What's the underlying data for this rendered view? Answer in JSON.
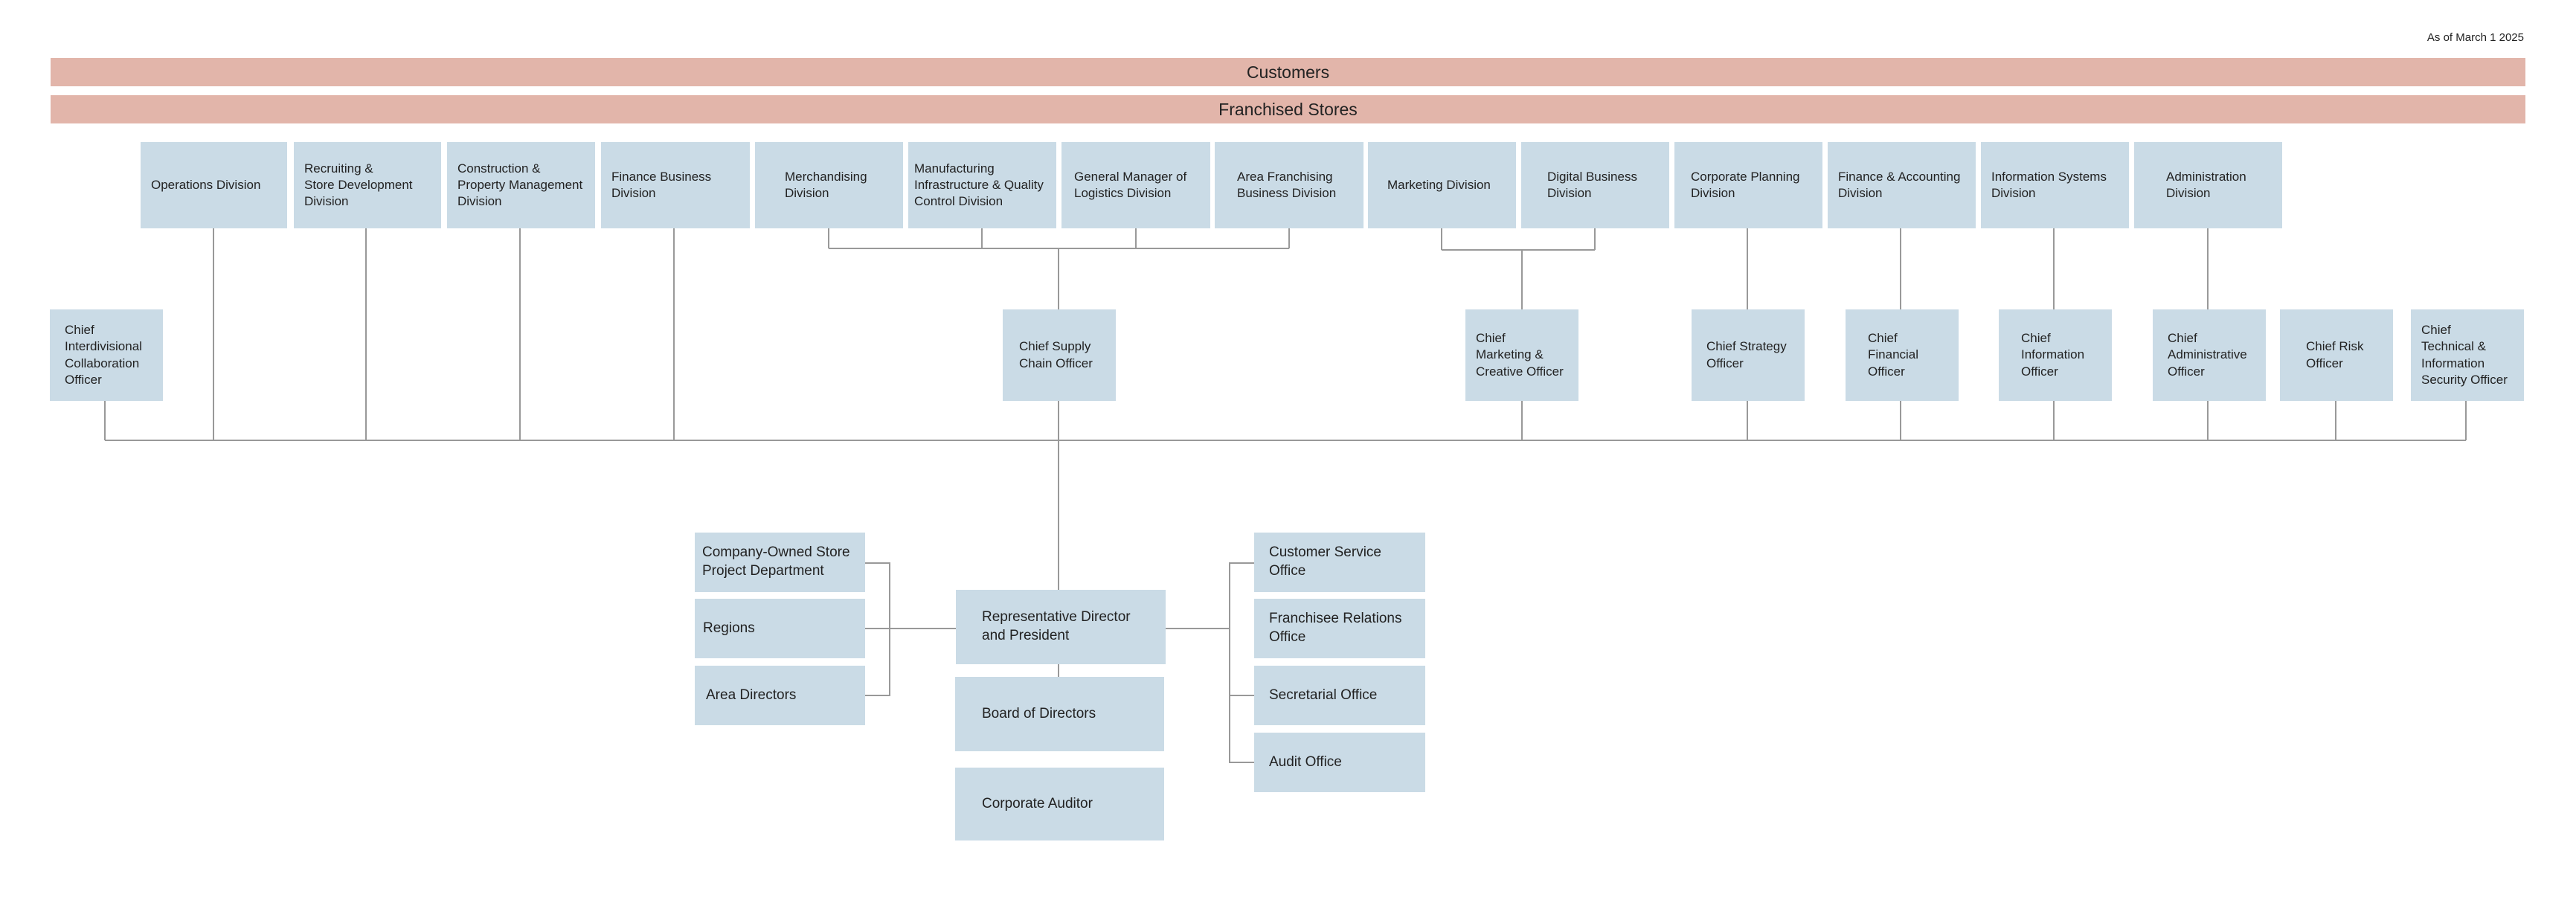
{
  "as_of": "As of March 1 2025",
  "customers": "Customers",
  "franchised_stores": "Franchised Stores",
  "divisions": [
    "Operations Division",
    "Recruiting &\nStore Development\nDivision",
    "Construction &\nProperty Management\nDivision",
    "Finance Business\nDivision",
    "Merchandising\nDivision",
    "Manufacturing\nInfrastructure & Quality\nControl Division",
    "General Manager of\nLogistics Division",
    "Area Franchising\nBusiness Division",
    "Marketing Division",
    "Digital Business\nDivision",
    "Corporate Planning\nDivision",
    "Finance & Accounting\nDivision",
    "Information Systems\nDivision",
    "Administration\nDivision"
  ],
  "officers": [
    "Chief\nInterdivisional\nCollaboration\nOfficer",
    "Chief Supply\nChain Officer",
    "Chief\nMarketing &\nCreative Officer",
    "Chief Strategy\nOfficer",
    "Chief\nFinancial\nOfficer",
    "Chief\nInformation\nOfficer",
    "Chief\nAdministrative\nOfficer",
    "Chief Risk\nOfficer",
    "Chief\nTechnical &\nInformation\nSecurity Officer"
  ],
  "left_units": [
    "Company-Owned Store\nProject Department",
    "Regions",
    "Area Directors"
  ],
  "right_units": [
    "Customer Service\nOffice",
    "Franchisee Relations\nOffice",
    "Secretarial Office",
    "Audit Office"
  ],
  "president": "Representative Director\nand President",
  "board": "Board of Directors",
  "auditor": "Corporate Auditor"
}
